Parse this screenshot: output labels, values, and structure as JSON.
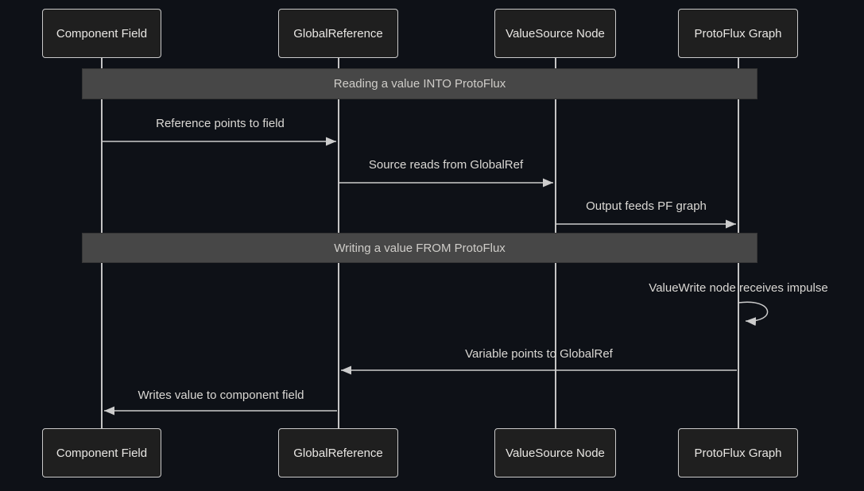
{
  "diagram": {
    "kind": "sequence-diagram",
    "participants": [
      {
        "id": "component-field",
        "label": "Component Field"
      },
      {
        "id": "global-reference",
        "label": "GlobalReference"
      },
      {
        "id": "valuesource-node",
        "label": "ValueSource Node"
      },
      {
        "id": "protoflux-graph",
        "label": "ProtoFlux Graph"
      }
    ],
    "sections": [
      {
        "label": "Reading a value INTO ProtoFlux"
      },
      {
        "label": "Writing a value FROM ProtoFlux"
      }
    ],
    "messages": [
      {
        "from": "Component Field",
        "to": "GlobalReference",
        "label": "Reference points to field",
        "direction": "right"
      },
      {
        "from": "GlobalReference",
        "to": "ValueSource Node",
        "label": "Source reads from GlobalRef",
        "direction": "right"
      },
      {
        "from": "ValueSource Node",
        "to": "ProtoFlux Graph",
        "label": "Output feeds PF graph",
        "direction": "right"
      },
      {
        "from": "ProtoFlux Graph",
        "to": "ProtoFlux Graph",
        "label": "ValueWrite node receives impulse",
        "direction": "self"
      },
      {
        "from": "ProtoFlux Graph",
        "to": "GlobalReference",
        "label": "Variable points to GlobalRef",
        "direction": "left"
      },
      {
        "from": "GlobalReference",
        "to": "Component Field",
        "label": "Writes value to component field",
        "direction": "left"
      }
    ],
    "colors": {
      "background": "#0e1117",
      "actor_fill": "#1f1f1f",
      "actor_border": "#c9c9c9",
      "actor_text": "#e8e6e3",
      "section_fill": "#474747",
      "section_text": "#cfcdc9",
      "arrow": "#cccccc",
      "message_text": "#dad8d4",
      "lifeline": "#c4c4c4"
    }
  }
}
